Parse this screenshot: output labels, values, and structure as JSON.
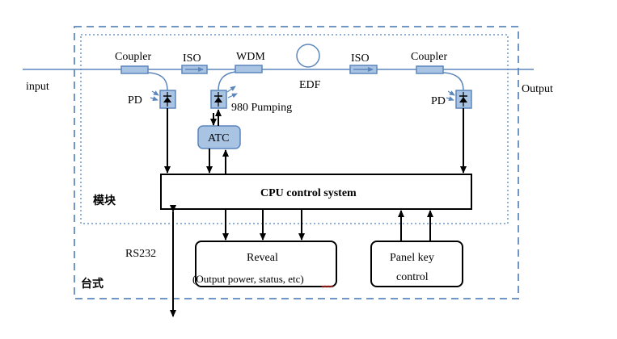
{
  "labels": {
    "input": "input",
    "output": "Output",
    "coupler_left": "Coupler",
    "iso_left": "ISO",
    "wdm": "WDM",
    "edf": "EDF",
    "iso_right": "ISO",
    "coupler_right": "Coupler",
    "pd_left": "PD",
    "pd_right": "PD",
    "pumping": "980  Pumping",
    "atc": "ATC",
    "cpu": "CPU control system",
    "module": "模块",
    "desktop": "台式",
    "rs232": "RS232",
    "reveal_title": "Reveal",
    "reveal_sub": "(Output power, status, etc)",
    "panel_line1": "Panel key",
    "panel_line2": "control"
  },
  "colors": {
    "component_fill": "#a9c3e3",
    "component_stroke": "#5b86bd",
    "dashed_border": "#6f96c6",
    "text": "#000000",
    "squiggle": "#d22222"
  }
}
